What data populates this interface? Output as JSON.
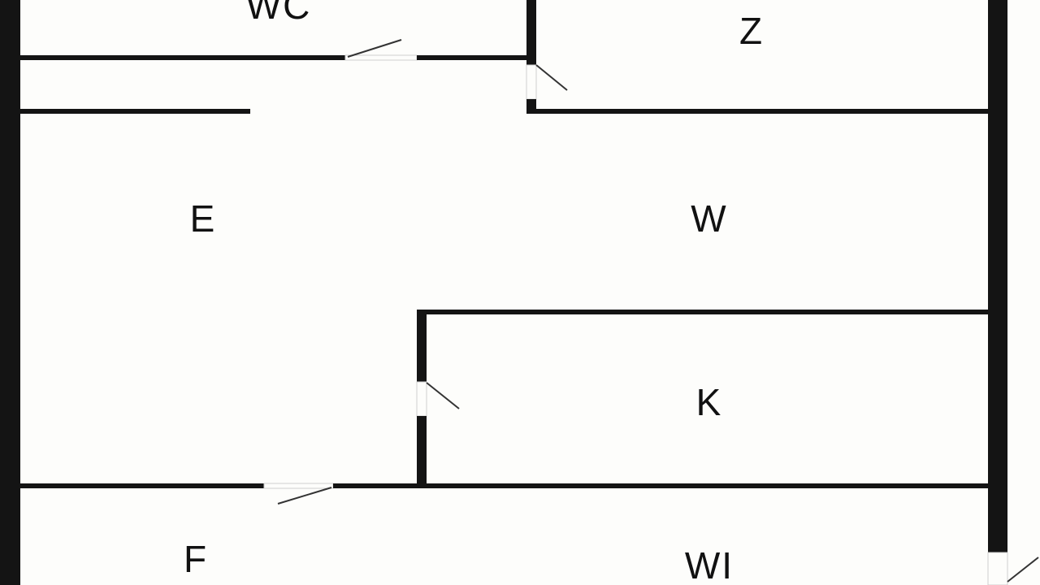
{
  "rooms": [
    {
      "id": "wc",
      "label": "WC"
    },
    {
      "id": "z",
      "label": "Z"
    },
    {
      "id": "e",
      "label": "E"
    },
    {
      "id": "w",
      "label": "W"
    },
    {
      "id": "k",
      "label": "K"
    },
    {
      "id": "f",
      "label": "F"
    },
    {
      "id": "wi",
      "label": "WI"
    }
  ],
  "colors": {
    "wall": "#141414",
    "background": "#fdfdfb",
    "label": "#111111"
  }
}
